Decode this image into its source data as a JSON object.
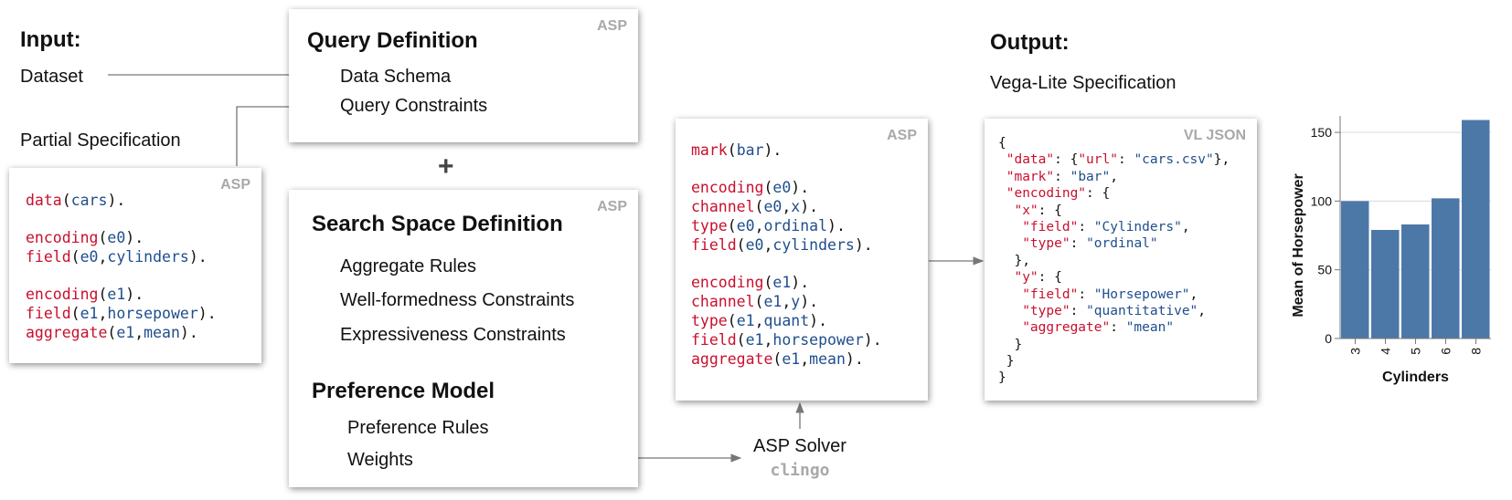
{
  "input": {
    "heading": "Input:",
    "dataset": "Dataset",
    "partial_spec": "Partial Specification"
  },
  "asp_tag": "ASP",
  "partial_code": [
    [
      {
        "t": "data",
        "c": "pred"
      },
      {
        "t": "(",
        "c": "punc"
      },
      {
        "t": "cars",
        "c": "arg"
      },
      {
        "t": ").",
        "c": "punc"
      }
    ],
    null,
    [
      {
        "t": "encoding",
        "c": "pred"
      },
      {
        "t": "(",
        "c": "punc"
      },
      {
        "t": "e0",
        "c": "arg"
      },
      {
        "t": ").",
        "c": "punc"
      }
    ],
    [
      {
        "t": "field",
        "c": "pred"
      },
      {
        "t": "(",
        "c": "punc"
      },
      {
        "t": "e0",
        "c": "arg"
      },
      {
        "t": ",",
        "c": "punc"
      },
      {
        "t": "cylinders",
        "c": "arg"
      },
      {
        "t": ").",
        "c": "punc"
      }
    ],
    null,
    [
      {
        "t": "encoding",
        "c": "pred"
      },
      {
        "t": "(",
        "c": "punc"
      },
      {
        "t": "e1",
        "c": "arg"
      },
      {
        "t": ").",
        "c": "punc"
      }
    ],
    [
      {
        "t": "field",
        "c": "pred"
      },
      {
        "t": "(",
        "c": "punc"
      },
      {
        "t": "e1",
        "c": "arg"
      },
      {
        "t": ",",
        "c": "punc"
      },
      {
        "t": "horsepower",
        "c": "arg"
      },
      {
        "t": ").",
        "c": "punc"
      }
    ],
    [
      {
        "t": "aggregate",
        "c": "pred"
      },
      {
        "t": "(",
        "c": "punc"
      },
      {
        "t": "e1",
        "c": "arg"
      },
      {
        "t": ",",
        "c": "punc"
      },
      {
        "t": "mean",
        "c": "arg"
      },
      {
        "t": ").",
        "c": "punc"
      }
    ]
  ],
  "query": {
    "title": "Query Definition",
    "items": [
      "Data Schema",
      "Query Constraints"
    ]
  },
  "plus": "+",
  "search": {
    "title": "Search Space Definition",
    "items": [
      "Aggregate Rules",
      "Well-formedness Constraints",
      "Expressiveness Constraints"
    ],
    "pref_title": "Preference Model",
    "pref_items": [
      "Preference Rules",
      "Weights"
    ]
  },
  "solver": {
    "label": "ASP Solver",
    "name": "clingo"
  },
  "result_code": [
    [
      {
        "t": "mark",
        "c": "pred"
      },
      {
        "t": "(",
        "c": "punc"
      },
      {
        "t": "bar",
        "c": "arg"
      },
      {
        "t": ").",
        "c": "punc"
      }
    ],
    null,
    [
      {
        "t": "encoding",
        "c": "pred"
      },
      {
        "t": "(",
        "c": "punc"
      },
      {
        "t": "e0",
        "c": "arg"
      },
      {
        "t": ").",
        "c": "punc"
      }
    ],
    [
      {
        "t": "channel",
        "c": "pred"
      },
      {
        "t": "(",
        "c": "punc"
      },
      {
        "t": "e0",
        "c": "arg"
      },
      {
        "t": ",",
        "c": "punc"
      },
      {
        "t": "x",
        "c": "arg"
      },
      {
        "t": ").",
        "c": "punc"
      }
    ],
    [
      {
        "t": "type",
        "c": "pred"
      },
      {
        "t": "(",
        "c": "punc"
      },
      {
        "t": "e0",
        "c": "arg"
      },
      {
        "t": ",",
        "c": "punc"
      },
      {
        "t": "ordinal",
        "c": "arg"
      },
      {
        "t": ").",
        "c": "punc"
      }
    ],
    [
      {
        "t": "field",
        "c": "pred"
      },
      {
        "t": "(",
        "c": "punc"
      },
      {
        "t": "e0",
        "c": "arg"
      },
      {
        "t": ",",
        "c": "punc"
      },
      {
        "t": "cylinders",
        "c": "arg"
      },
      {
        "t": ").",
        "c": "punc"
      }
    ],
    null,
    [
      {
        "t": "encoding",
        "c": "pred"
      },
      {
        "t": "(",
        "c": "punc"
      },
      {
        "t": "e1",
        "c": "arg"
      },
      {
        "t": ").",
        "c": "punc"
      }
    ],
    [
      {
        "t": "channel",
        "c": "pred"
      },
      {
        "t": "(",
        "c": "punc"
      },
      {
        "t": "e1",
        "c": "arg"
      },
      {
        "t": ",",
        "c": "punc"
      },
      {
        "t": "y",
        "c": "arg"
      },
      {
        "t": ").",
        "c": "punc"
      }
    ],
    [
      {
        "t": "type",
        "c": "pred"
      },
      {
        "t": "(",
        "c": "punc"
      },
      {
        "t": "e1",
        "c": "arg"
      },
      {
        "t": ",",
        "c": "punc"
      },
      {
        "t": "quant",
        "c": "arg"
      },
      {
        "t": ").",
        "c": "punc"
      }
    ],
    [
      {
        "t": "field",
        "c": "pred"
      },
      {
        "t": "(",
        "c": "punc"
      },
      {
        "t": "e1",
        "c": "arg"
      },
      {
        "t": ",",
        "c": "punc"
      },
      {
        "t": "horsepower",
        "c": "arg"
      },
      {
        "t": ").",
        "c": "punc"
      }
    ],
    [
      {
        "t": "aggregate",
        "c": "pred"
      },
      {
        "t": "(",
        "c": "punc"
      },
      {
        "t": "e1",
        "c": "arg"
      },
      {
        "t": ",",
        "c": "punc"
      },
      {
        "t": "mean",
        "c": "arg"
      },
      {
        "t": ").",
        "c": "punc"
      }
    ]
  ],
  "output": {
    "heading": "Output:",
    "subtitle": "Vega-Lite Specification",
    "json_tag": "VL JSON"
  },
  "json_lines": [
    [
      {
        "t": "{",
        "c": "punc"
      }
    ],
    [
      {
        "t": " ",
        "c": "punc"
      },
      {
        "t": "\"data\"",
        "c": "jk"
      },
      {
        "t": ": {",
        "c": "punc"
      },
      {
        "t": "\"url\"",
        "c": "jk"
      },
      {
        "t": ": ",
        "c": "punc"
      },
      {
        "t": "\"cars.csv\"",
        "c": "jv"
      },
      {
        "t": "},",
        "c": "punc"
      }
    ],
    [
      {
        "t": " ",
        "c": "punc"
      },
      {
        "t": "\"mark\"",
        "c": "jk"
      },
      {
        "t": ": ",
        "c": "punc"
      },
      {
        "t": "\"bar\"",
        "c": "jv"
      },
      {
        "t": ",",
        "c": "punc"
      }
    ],
    [
      {
        "t": " ",
        "c": "punc"
      },
      {
        "t": "\"encoding\"",
        "c": "jk"
      },
      {
        "t": ": {",
        "c": "punc"
      }
    ],
    [
      {
        "t": "  ",
        "c": "punc"
      },
      {
        "t": "\"x\"",
        "c": "jk"
      },
      {
        "t": ": {",
        "c": "punc"
      }
    ],
    [
      {
        "t": "   ",
        "c": "punc"
      },
      {
        "t": "\"field\"",
        "c": "jk"
      },
      {
        "t": ": ",
        "c": "punc"
      },
      {
        "t": "\"Cylinders\"",
        "c": "jv"
      },
      {
        "t": ",",
        "c": "punc"
      }
    ],
    [
      {
        "t": "   ",
        "c": "punc"
      },
      {
        "t": "\"type\"",
        "c": "jk"
      },
      {
        "t": ": ",
        "c": "punc"
      },
      {
        "t": "\"ordinal\"",
        "c": "jv"
      }
    ],
    [
      {
        "t": "  },",
        "c": "punc"
      }
    ],
    [
      {
        "t": "  ",
        "c": "punc"
      },
      {
        "t": "\"y\"",
        "c": "jk"
      },
      {
        "t": ": {",
        "c": "punc"
      }
    ],
    [
      {
        "t": "   ",
        "c": "punc"
      },
      {
        "t": "\"field\"",
        "c": "jk"
      },
      {
        "t": ": ",
        "c": "punc"
      },
      {
        "t": "\"Horsepower\"",
        "c": "jv"
      },
      {
        "t": ",",
        "c": "punc"
      }
    ],
    [
      {
        "t": "   ",
        "c": "punc"
      },
      {
        "t": "\"type\"",
        "c": "jk"
      },
      {
        "t": ": ",
        "c": "punc"
      },
      {
        "t": "\"quantitative\"",
        "c": "jv"
      },
      {
        "t": ",",
        "c": "punc"
      }
    ],
    [
      {
        "t": "   ",
        "c": "punc"
      },
      {
        "t": "\"aggregate\"",
        "c": "jk"
      },
      {
        "t": ": ",
        "c": "punc"
      },
      {
        "t": "\"mean\"",
        "c": "jv"
      }
    ],
    [
      {
        "t": "  }",
        "c": "punc"
      }
    ],
    [
      {
        "t": " }",
        "c": "punc"
      }
    ],
    [
      {
        "t": "}",
        "c": "punc"
      }
    ]
  ],
  "chart_data": {
    "type": "bar",
    "categories": [
      "3",
      "4",
      "5",
      "6",
      "8"
    ],
    "values": [
      100,
      79,
      83,
      102,
      159
    ],
    "xlabel": "Cylinders",
    "ylabel": "Mean of Horsepower",
    "ylim": [
      0,
      162
    ],
    "yticks": [
      0,
      50,
      100,
      150
    ],
    "grid": true,
    "bar_color": "#4c78a8"
  }
}
